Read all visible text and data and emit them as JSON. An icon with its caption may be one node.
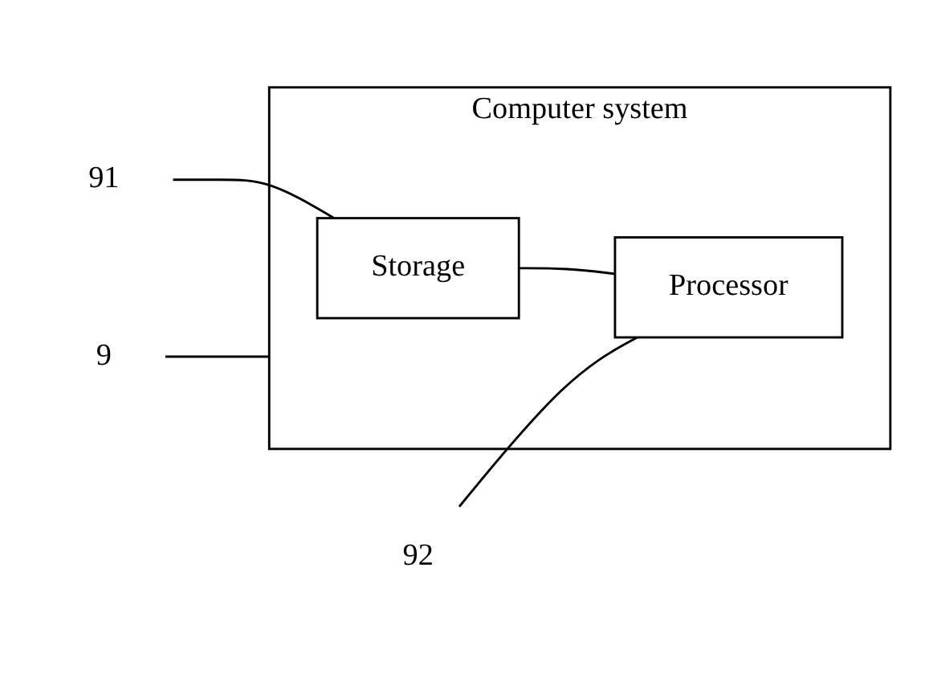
{
  "diagram": {
    "nodes": [
      {
        "text": [
          "9"
        ]
      },
      {
        "text": [
          "Computer system"
        ]
      },
      {
        "text": [
          "Storage"
        ],
        "in": 1
      },
      {
        "text": [
          "Processor"
        ],
        "in": 1
      },
      {
        "text": [
          "91"
        ]
      },
      {
        "text": [
          "92"
        ]
      }
    ],
    "edges": [
      {
        "from": 0,
        "to": 1,
        "arrow": "none"
      },
      {
        "from": 2,
        "to": 3,
        "arrow": "none"
      },
      {
        "from": 4,
        "to": 2,
        "arrow": "none"
      },
      {
        "from": 5,
        "to": 3,
        "arrow": "none"
      }
    ]
  }
}
